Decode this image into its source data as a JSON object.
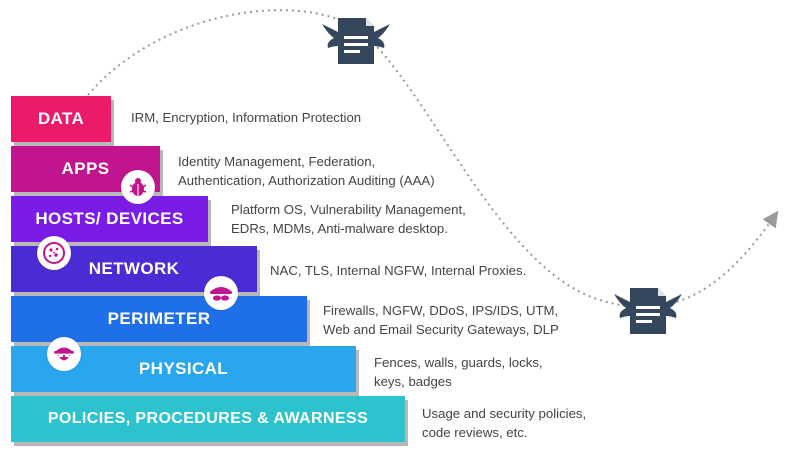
{
  "layers": [
    {
      "label": "DATA",
      "description_lines": [
        "IRM, Encryption, Information Protection"
      ],
      "color": "#EC1A6A"
    },
    {
      "label": "APPS",
      "description_lines": [
        "Identity Management, Federation,",
        "Authentication, Authorization Auditing (AAA)"
      ],
      "color": "#C0158E"
    },
    {
      "label": "HOSTS/ DEVICES",
      "description_lines": [
        "Platform OS, Vulnerability Management,",
        "EDRs, MDMs, Anti-malware desktop."
      ],
      "color": "#7A1BE6"
    },
    {
      "label": "NETWORK",
      "description_lines": [
        "NAC, TLS,  Internal NGFW, Internal Proxies."
      ],
      "color": "#4A2BD4"
    },
    {
      "label": "PERIMETER",
      "description_lines": [
        "Firewalls, NGFW, DDoS, IPS/IDS, UTM,",
        "Web and Email Security Gateways, DLP"
      ],
      "color": "#1F6FE8"
    },
    {
      "label": "PHYSICAL",
      "description_lines": [
        "Fences, walls, guards, locks,",
        "keys, badges"
      ],
      "color": "#2AA6EE"
    },
    {
      "label": "POLICIES, PROCEDURES & AWARNESS",
      "description_lines": [
        "Usage and security policies,",
        "code reviews,  etc."
      ],
      "color": "#2CC3CF"
    }
  ],
  "icons": {
    "bug": "bug-icon",
    "virus": "virus-icon",
    "hacker": "hacker-mask-icon",
    "spy": "spy-icon",
    "flying_document": "winged-document-icon"
  },
  "colors": {
    "icon_dark": "#34475D",
    "text": "#444444",
    "path": "#9A9A9A"
  }
}
